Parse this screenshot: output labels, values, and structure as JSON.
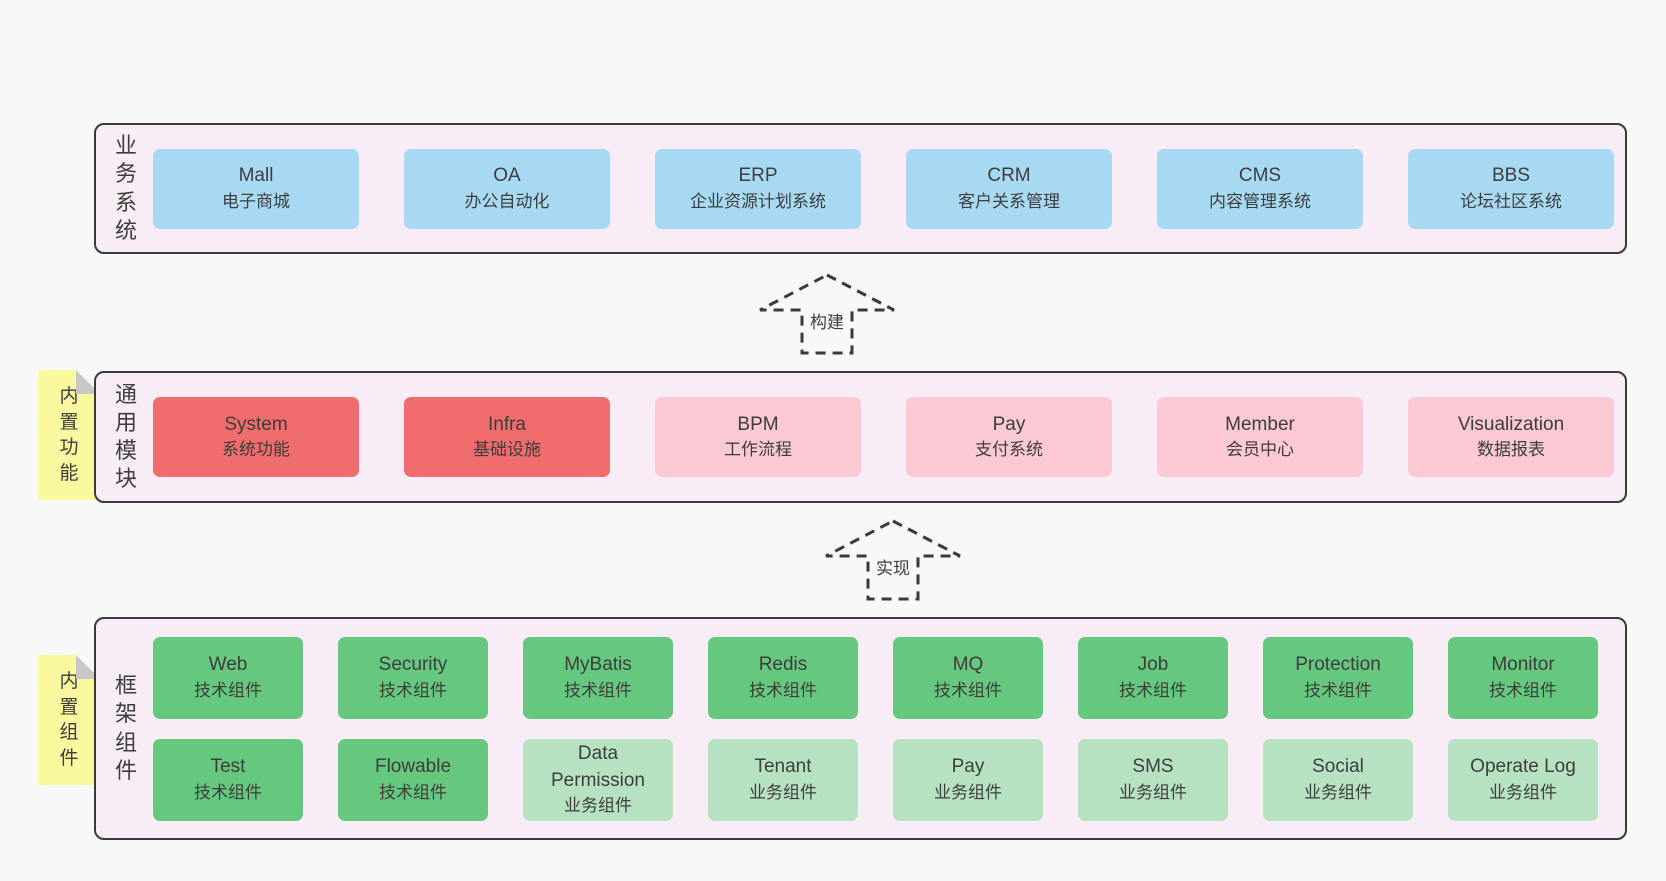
{
  "diagram": {
    "layers": {
      "business": {
        "side_label": "业务系统",
        "boxes": [
          {
            "name": "Mall",
            "desc": "电子商城"
          },
          {
            "name": "OA",
            "desc": "办公自动化"
          },
          {
            "name": "ERP",
            "desc": "企业资源计划系统"
          },
          {
            "name": "CRM",
            "desc": "客户关系管理"
          },
          {
            "name": "CMS",
            "desc": "内容管理系统"
          },
          {
            "name": "BBS",
            "desc": "论坛社区系统"
          }
        ]
      },
      "modules": {
        "side_label": "通用模块",
        "note_label": "内置功能",
        "boxes": [
          {
            "name": "System",
            "desc": "系统功能",
            "variant": "red"
          },
          {
            "name": "Infra",
            "desc": "基础设施",
            "variant": "red"
          },
          {
            "name": "BPM",
            "desc": "工作流程",
            "variant": "pink"
          },
          {
            "name": "Pay",
            "desc": "支付系统",
            "variant": "pink"
          },
          {
            "name": "Member",
            "desc": "会员中心",
            "variant": "pink"
          },
          {
            "name": "Visualization",
            "desc": "数据报表",
            "variant": "pink"
          }
        ]
      },
      "components": {
        "side_label": "框架组件",
        "note_label": "内置组件",
        "row1": [
          {
            "name": "Web",
            "desc": "技术组件",
            "variant": "green"
          },
          {
            "name": "Security",
            "desc": "技术组件",
            "variant": "green"
          },
          {
            "name": "MyBatis",
            "desc": "技术组件",
            "variant": "green"
          },
          {
            "name": "Redis",
            "desc": "技术组件",
            "variant": "green"
          },
          {
            "name": "MQ",
            "desc": "技术组件",
            "variant": "green"
          },
          {
            "name": "Job",
            "desc": "技术组件",
            "variant": "green"
          },
          {
            "name": "Protection",
            "desc": "技术组件",
            "variant": "green"
          },
          {
            "name": "Monitor",
            "desc": "技术组件",
            "variant": "green"
          }
        ],
        "row2": [
          {
            "name": "Test",
            "desc": "技术组件",
            "variant": "green"
          },
          {
            "name": "Flowable",
            "desc": "技术组件",
            "variant": "green"
          },
          {
            "name": "Data Permission",
            "desc": "业务组件",
            "variant": "lightgreen"
          },
          {
            "name": "Tenant",
            "desc": "业务组件",
            "variant": "lightgreen"
          },
          {
            "name": "Pay",
            "desc": "业务组件",
            "variant": "lightgreen"
          },
          {
            "name": "SMS",
            "desc": "业务组件",
            "variant": "lightgreen"
          },
          {
            "name": "Social",
            "desc": "业务组件",
            "variant": "lightgreen"
          },
          {
            "name": "Operate Log",
            "desc": "业务组件",
            "variant": "lightgreen"
          }
        ]
      }
    },
    "arrows": [
      {
        "label": "构建"
      },
      {
        "label": "实现"
      }
    ],
    "colors": {
      "page_bg": "#f8f8f8",
      "band_bg": "#f8edf6",
      "band_border": "#3a3a3a",
      "blue": "#a8d9f2",
      "red": "#f16c6c",
      "pink": "#fbc9d3",
      "green": "#66c87e",
      "light_green": "#b7e2c1",
      "note_yellow": "#fbf9a0",
      "note_fold": "#c8c8c8",
      "text": "#3d3d3d"
    }
  }
}
